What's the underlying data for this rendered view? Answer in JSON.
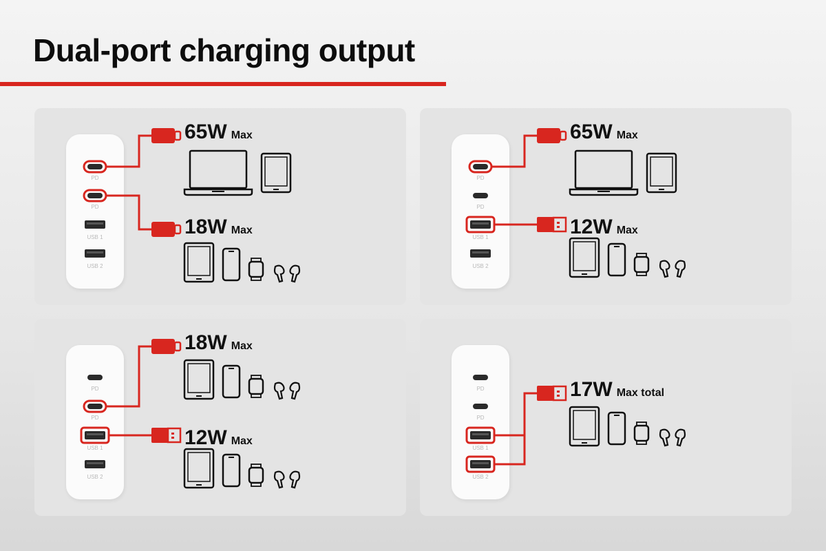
{
  "title": "Dual-port charging output",
  "colors": {
    "accent": "#d8261f",
    "ink": "#111111",
    "panel": "#e4e4e4",
    "charger": "#fbfbfb"
  },
  "charger_port_labels": {
    "pd_top": "PD",
    "pd_bottom": "PD",
    "usb1": "USB 1",
    "usb2": "USB 2"
  },
  "panels": [
    {
      "id": "pd-pd",
      "active_ports": [
        "pd_top",
        "pd_bottom"
      ],
      "outputs": [
        {
          "watts": "65W",
          "label": "Max",
          "connector": "usb-c-connector-icon",
          "devices": [
            "laptop-icon",
            "tablet-icon"
          ]
        },
        {
          "watts": "18W",
          "label": "Max",
          "connector": "usb-c-connector-icon",
          "devices": [
            "tablet-icon",
            "phone-icon",
            "watch-icon",
            "earbuds-icon"
          ]
        }
      ]
    },
    {
      "id": "pd-usb1",
      "active_ports": [
        "pd_top",
        "usb1"
      ],
      "outputs": [
        {
          "watts": "65W",
          "label": "Max",
          "connector": "usb-c-connector-icon",
          "devices": [
            "laptop-icon",
            "tablet-icon"
          ]
        },
        {
          "watts": "12W",
          "label": "Max",
          "connector": "usb-a-connector-icon",
          "devices": [
            "tablet-icon",
            "phone-icon",
            "watch-icon",
            "earbuds-icon"
          ]
        }
      ]
    },
    {
      "id": "pd2-usb1",
      "active_ports": [
        "pd_bottom",
        "usb1"
      ],
      "outputs": [
        {
          "watts": "18W",
          "label": "Max",
          "connector": "usb-c-connector-icon",
          "devices": [
            "tablet-icon",
            "phone-icon",
            "watch-icon",
            "earbuds-icon"
          ]
        },
        {
          "watts": "12W",
          "label": "Max",
          "connector": "usb-a-connector-icon",
          "devices": [
            "tablet-icon",
            "phone-icon",
            "watch-icon",
            "earbuds-icon"
          ]
        }
      ]
    },
    {
      "id": "usb1-usb2",
      "active_ports": [
        "usb1",
        "usb2"
      ],
      "outputs": [
        {
          "watts": "17W",
          "label": "Max total",
          "connector": "usb-a-connector-icon",
          "devices": [
            "tablet-icon",
            "phone-icon",
            "watch-icon",
            "earbuds-icon"
          ]
        }
      ]
    }
  ]
}
